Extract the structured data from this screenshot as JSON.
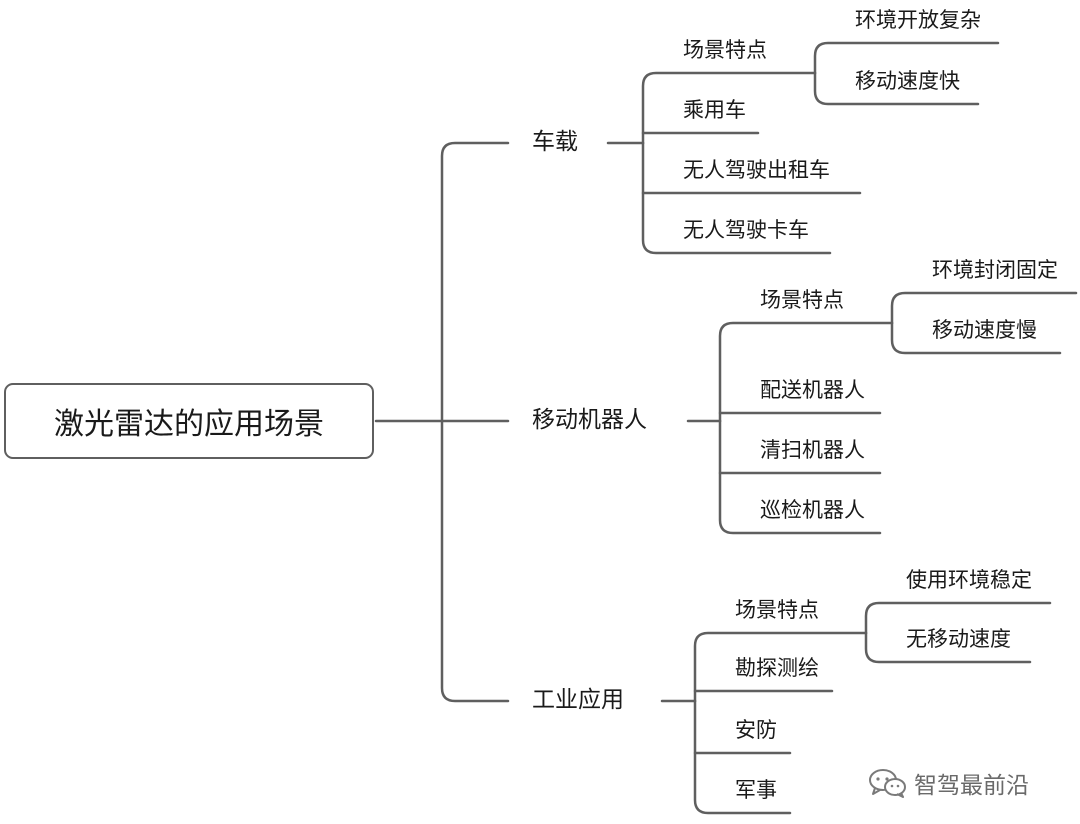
{
  "root": {
    "label": "激光雷达的应用场景"
  },
  "branches": [
    {
      "label": "车载",
      "children": [
        {
          "label": "场景特点",
          "children": [
            {
              "label": "环境开放复杂"
            },
            {
              "label": "移动速度快"
            }
          ]
        },
        {
          "label": "乘用车"
        },
        {
          "label": "无人驾驶出租车"
        },
        {
          "label": "无人驾驶卡车"
        }
      ]
    },
    {
      "label": "移动机器人",
      "children": [
        {
          "label": "场景特点",
          "children": [
            {
              "label": "环境封闭固定"
            },
            {
              "label": "移动速度慢"
            }
          ]
        },
        {
          "label": "配送机器人"
        },
        {
          "label": "清扫机器人"
        },
        {
          "label": "巡检机器人"
        }
      ]
    },
    {
      "label": "工业应用",
      "children": [
        {
          "label": "场景特点",
          "children": [
            {
              "label": "使用环境稳定"
            },
            {
              "label": "无移动速度"
            }
          ]
        },
        {
          "label": "勘探测绘"
        },
        {
          "label": "安防"
        },
        {
          "label": "军事"
        }
      ]
    }
  ],
  "watermark": {
    "label": "智驾最前沿",
    "icon": "wechat-icon"
  },
  "colors": {
    "line": "#5f5f5f",
    "text": "#1a1a1a",
    "watermark": "#6a6a6a"
  }
}
